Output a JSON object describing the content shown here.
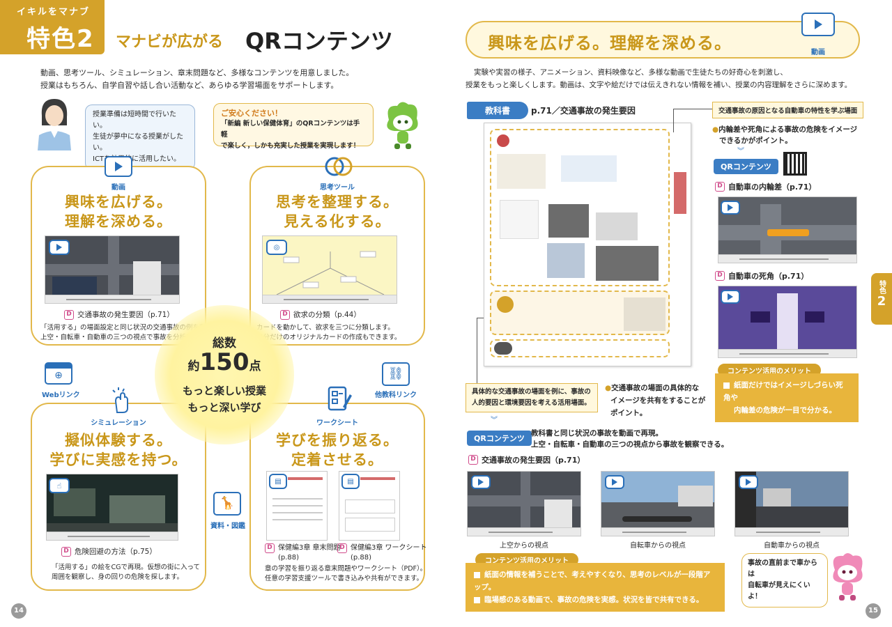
{
  "left": {
    "badge_top": "イキルをマナブ",
    "badge_feature": "特色2",
    "heading_pre": "マナビが広がる",
    "heading_main": "QRコンテンツ",
    "intro_line1": "動画、思考ツール、シミュレーション、章末問題など、多様なコンテンツを用意しました。",
    "intro_line2": "授業はもちろん、自学自習や話し合い活動など、あらゆる学習場面をサポートします。",
    "teacher_bubble": [
      "授業準備は短時間で行いたい。",
      "生徒が夢中になる授業がしたい。",
      "ICTを効果的に活用したい。"
    ],
    "mascot_bubble_title": "ご安心ください！",
    "mascot_bubble_body": [
      "「新編 新しい保健体育」のQRコンテンツは手軽",
      "で楽しく，しかも充実した授業を実現します！"
    ],
    "cards": [
      {
        "icon_label": "動画",
        "title1": "興味を広げる。",
        "title2": "理解を深める。",
        "caption": "交通事故の発生要因（p.71）",
        "desc": [
          "「活用する」の場面設定と同じ状況の交通事故の例を動画で再現。",
          "上空・自転車・自動車の三つの視点で事故を分析できます。"
        ]
      },
      {
        "icon_label": "思考ツール",
        "title1": "思考を整理する。",
        "title2": "見える化する。",
        "caption": "欲求の分類（p.44）",
        "desc": [
          "カードを動かして、欲求を三つに分類します。",
          "自分だけのオリジナルカードの作成もできます。"
        ]
      },
      {
        "icon_label": "シミュレーション",
        "title1": "擬似体験する。",
        "title2": "学びに実感を持つ。",
        "caption": "危険回避の方法（p.75）",
        "desc": [
          "「活用する」の絵をCGで再現。仮想の街に入って",
          "周囲を観察し、身の回りの危険を探します。"
        ]
      },
      {
        "icon_label": "ワークシート",
        "title1": "学びを振り返る。",
        "title2": "定着させる。",
        "caption_a": "保健編3章 章末問題",
        "caption_a2": "(p.88)",
        "caption_b": "保健編3章 ワークシート",
        "caption_b2": "(p.88)",
        "desc": [
          "章の学習を振り返る章末問題やワークシート（PDF）。",
          "任意の学習支援ツールで書き込みや共有ができます。"
        ]
      }
    ],
    "center_total": "総数",
    "center_approx": "約",
    "center_count": "150",
    "center_unit": "点",
    "center_line1": "もっと楽しい授業",
    "center_line2": "もっと深い学び",
    "web_link_label": "Webリンク",
    "other_link_label": "他教科リンク",
    "material_label": "資料・図鑑",
    "page_number": "14"
  },
  "right": {
    "headline": "興味を広げる。理解を深める。",
    "video_icon_label": "動画",
    "intro_line1": "実験や実習の様子、アニメーション、資料映像など、多様な動画で生徒たちの好奇心を刺激し、",
    "intro_line2": "授業をもっと楽しくします。動画は、文字や絵だけでは伝えきれない情報を補い、授業の内容理解をさらに深めます。",
    "textbook_tag": "教科書",
    "textbook_ref": "p.71／交通事故の発生要因",
    "callout_top": "交通事故の原因となる自動車の特性を学ぶ場面",
    "callout_point": [
      "内輪差や死角による事故の危険をイメージ",
      "できるかがポイント。"
    ],
    "qr_tag": "QRコンテンツ",
    "side_video1": "自動車の内輪差（p.71）",
    "side_video2": "自動車の死角（p.71）",
    "merit_title": "コンテンツ活用のメリット",
    "side_merit": [
      "紙面だけではイメージしづらい死角や",
      "内輪差の危険が一目で分かる。"
    ],
    "scene_box": [
      "具体的な交通事故の場面を例に、事故の",
      "人的要因と環境要因を考える活用場面。"
    ],
    "scene_point": [
      "交通事故の場面の具体的な",
      "イメージを共有をすることが",
      "ポイント。"
    ],
    "qr_tag2": "QRコンテンツ",
    "qr_desc1": "教科書と同じ状況の事故を動画で再現。",
    "qr_desc2": "上空・自転車・自動車の三つの視点から事故を観察できる。",
    "video_title": "交通事故の発生要因（p.71）",
    "views": [
      "上空からの視点",
      "自転車からの視点",
      "自動車からの視点"
    ],
    "bottom_merit": [
      "紙面の情報を補うことで、考えやすくなり、思考のレベルが一段階アップ。",
      "臨場感のある動画で、事故の危険を実感。状況を皆で共有できる。"
    ],
    "mascot_bubble": [
      "事故の直前まで車からは",
      "自転車が見えにくいよ！"
    ],
    "side_tab": "特色",
    "side_tab_num": "2",
    "page_number": "15"
  }
}
